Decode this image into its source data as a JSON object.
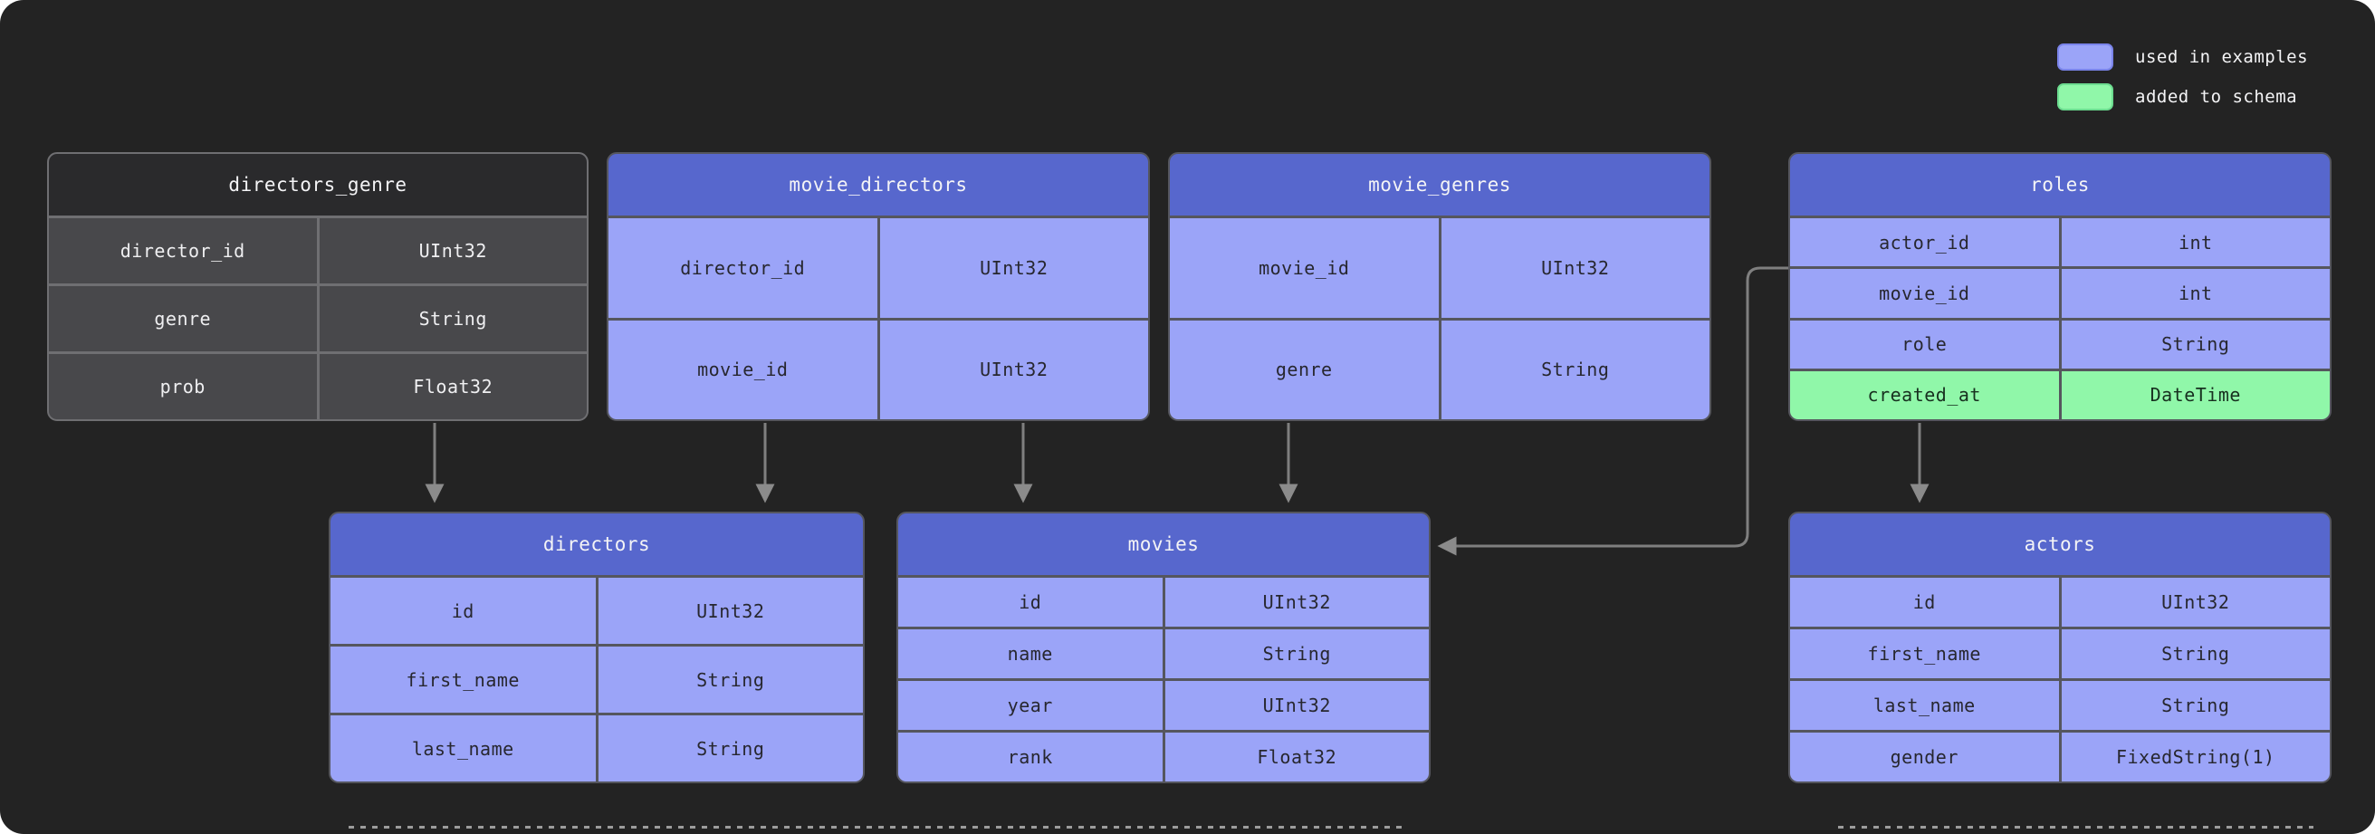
{
  "colors": {
    "canvas_bg": "#232323",
    "table_header_blue": "#5767cd",
    "row_blue": "#9ba4f8",
    "row_green": "#90f7a9",
    "gray_table_header": "#2a2a2c",
    "gray_table_row": "#48484b",
    "connector_gray": "#8b8b8b"
  },
  "legend": {
    "items": [
      {
        "label": "used in examples",
        "color": "#9ba4f8"
      },
      {
        "label": "added to schema",
        "color": "#90f7a9"
      }
    ]
  },
  "tables": [
    {
      "name": "directors_genre",
      "variant": "gray",
      "rows": [
        {
          "field": "director_id",
          "type": "UInt32"
        },
        {
          "field": "genre",
          "type": "String"
        },
        {
          "field": "prob",
          "type": "Float32"
        }
      ]
    },
    {
      "name": "movie_directors",
      "variant": "blue",
      "rows": [
        {
          "field": "director_id",
          "type": "UInt32"
        },
        {
          "field": "movie_id",
          "type": "UInt32"
        }
      ]
    },
    {
      "name": "movie_genres",
      "variant": "blue",
      "rows": [
        {
          "field": "movie_id",
          "type": "UInt32"
        },
        {
          "field": "genre",
          "type": "String"
        }
      ]
    },
    {
      "name": "roles",
      "variant": "blue",
      "rows": [
        {
          "field": "actor_id",
          "type": "int",
          "highlight": ""
        },
        {
          "field": "movie_id",
          "type": "int",
          "highlight": ""
        },
        {
          "field": "role",
          "type": "String",
          "highlight": ""
        },
        {
          "field": "created_at",
          "type": "DateTime",
          "highlight": "green"
        }
      ]
    },
    {
      "name": "directors",
      "variant": "blue",
      "rows": [
        {
          "field": "id",
          "type": "UInt32"
        },
        {
          "field": "first_name",
          "type": "String"
        },
        {
          "field": "last_name",
          "type": "String"
        }
      ]
    },
    {
      "name": "movies",
      "variant": "blue",
      "rows": [
        {
          "field": "id",
          "type": "UInt32"
        },
        {
          "field": "name",
          "type": "String"
        },
        {
          "field": "year",
          "type": "UInt32"
        },
        {
          "field": "rank",
          "type": "Float32"
        }
      ]
    },
    {
      "name": "actors",
      "variant": "blue",
      "rows": [
        {
          "field": "id",
          "type": "UInt32"
        },
        {
          "field": "first_name",
          "type": "String"
        },
        {
          "field": "last_name",
          "type": "String"
        },
        {
          "field": "gender",
          "type": "FixedString(1)"
        }
      ]
    }
  ],
  "connections": [
    {
      "from": "directors_genre",
      "to": "directors"
    },
    {
      "from": "movie_directors",
      "to": "directors"
    },
    {
      "from": "movie_directors",
      "to": "movies"
    },
    {
      "from": "movie_genres",
      "to": "movies"
    },
    {
      "from": "roles",
      "to": "movies"
    },
    {
      "from": "roles",
      "to": "actors"
    }
  ]
}
